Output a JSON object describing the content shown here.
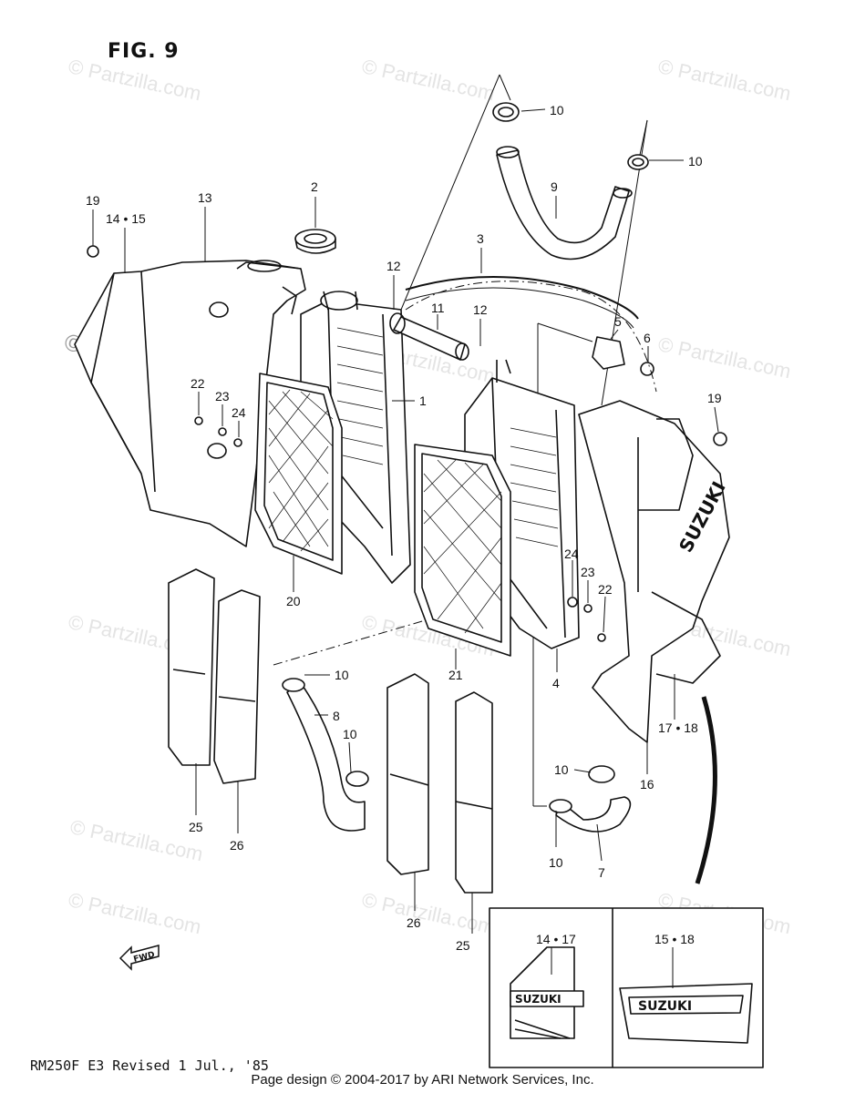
{
  "figure": {
    "title": "FIG. 9"
  },
  "watermarks": [
    "© Partzilla.com",
    "© Partzilla.com",
    "© Partzilla.com",
    "© Partzilla.com",
    "© Partzilla.com",
    "© Partzilla.com",
    "© Partzilla.com",
    "© Partzilla.com",
    "© Partzilla.com",
    "© Partzilla.com",
    "© Partzilla.com",
    "© Partzilla.com"
  ],
  "watermark_main": "© Partzilla.com",
  "callouts": [
    "10",
    "10",
    "9",
    "2",
    "13",
    "19",
    "14 • 15",
    "3",
    "12",
    "11",
    "12",
    "5",
    "6",
    "19",
    "1",
    "22",
    "23",
    "24",
    "20",
    "21",
    "24",
    "23",
    "22",
    "4",
    "17 • 18",
    "16",
    "10",
    "8",
    "10",
    "25",
    "26",
    "10",
    "10",
    "7",
    "26",
    "25",
    "14 • 17",
    "15 • 18"
  ],
  "emblem_text": "SUZUKI",
  "fwd_label": "FWD",
  "footer": {
    "revision": "RM250F E3  Revised 1 Jul., '85",
    "copyright": "Page design © 2004-2017 by ARI Network Services, Inc."
  }
}
